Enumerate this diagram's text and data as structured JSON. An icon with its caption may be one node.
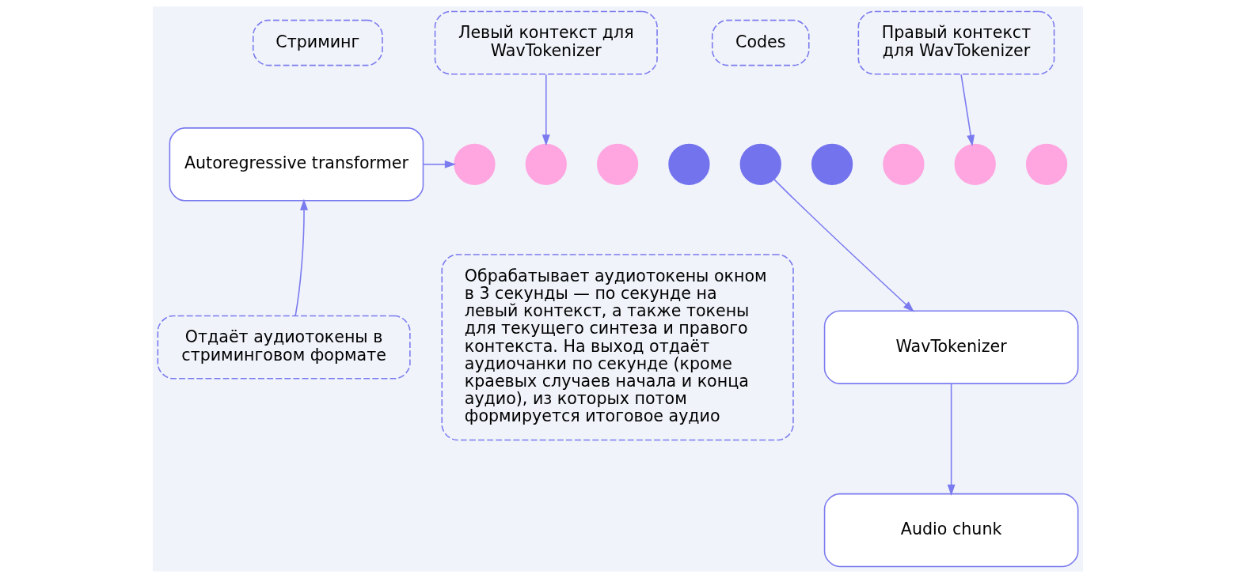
{
  "diagram": {
    "nodes": [
      {
        "text": [
          "Стриминг"
        ]
      },
      {
        "text": [
          "Левый контекст для WavTokenizer"
        ]
      },
      {
        "text": [
          "Codes"
        ]
      },
      {
        "text": [
          "Правый контекст для WavTokenizer"
        ]
      },
      {
        "text": [
          "Autoregressive transformer"
        ]
      },
      {
        "text": [],
        "shape": "circle"
      },
      {
        "text": [],
        "shape": "circle"
      },
      {
        "text": [],
        "shape": "circle"
      },
      {
        "text": [],
        "shape": "circle"
      },
      {
        "text": [],
        "shape": "circle"
      },
      {
        "text": [],
        "shape": "circle"
      },
      {
        "text": [],
        "shape": "circle"
      },
      {
        "text": [],
        "shape": "circle"
      },
      {
        "text": [],
        "shape": "circle"
      },
      {
        "text": [
          "Отдаёт аудиотокены в стриминговом формате"
        ]
      },
      {
        "text": [
          "Обрабатывает аудиотокены окном в 3 секунды — по секунде на левый контекст, а также токены для текущего синтеза и правого контекста. На выход отдаёт аудиочанки по секунде (кроме краевых случаев начала и конца аудио), из которых потом формируется итоговое аудио"
        ]
      },
      {
        "text": [
          "WavTokenizer"
        ]
      },
      {
        "text": [
          "Audio chunk"
        ]
      }
    ],
    "edges": [
      {
        "from": 1,
        "to": 6,
        "arrow": "to"
      },
      {
        "from": 3,
        "to": 12,
        "arrow": "to"
      },
      {
        "from": 4,
        "to": 5,
        "arrow": "to"
      },
      {
        "from": 14,
        "to": 4,
        "arrow": "to"
      },
      {
        "from": 9,
        "to": 16,
        "arrow": "to"
      },
      {
        "from": 16,
        "to": 17,
        "arrow": "to"
      }
    ]
  }
}
